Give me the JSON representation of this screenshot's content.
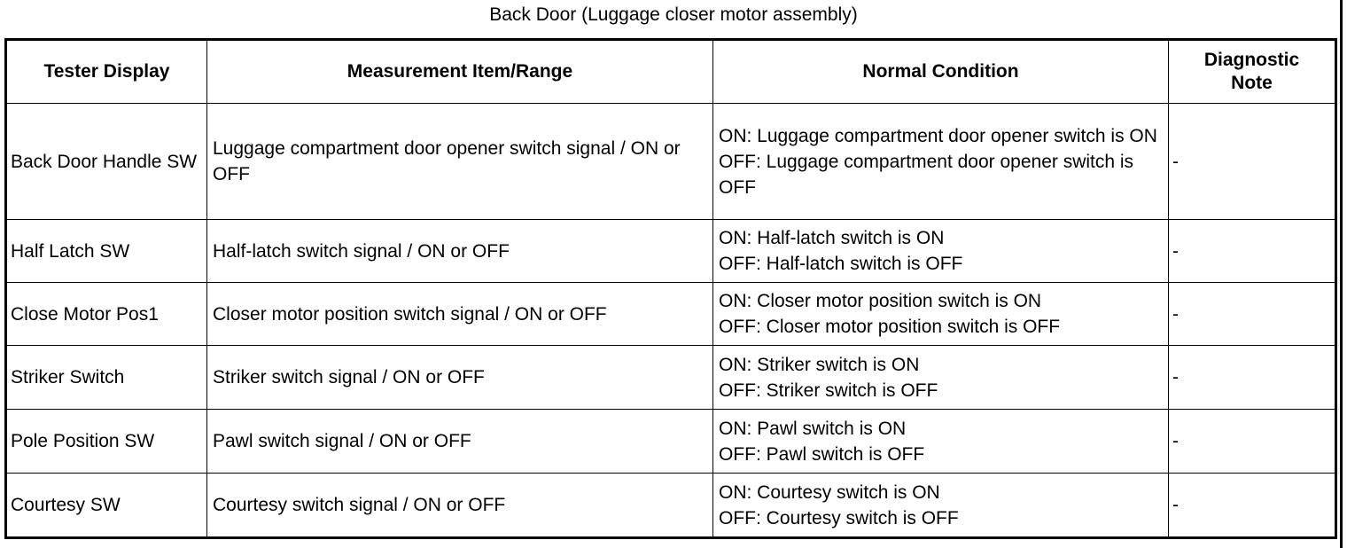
{
  "caption": "Back Door (Luggage closer motor assembly)",
  "table": {
    "headers": [
      "Tester Display",
      "Measurement Item/Range",
      "Normal Condition",
      "Diagnostic Note"
    ],
    "rows": [
      {
        "tester_display": "Back Door Handle SW",
        "measurement": "Luggage compartment door opener switch signal / ON or OFF",
        "normal_on": "ON: Luggage compartment door opener switch is ON",
        "normal_off": "OFF: Luggage compartment door opener switch is OFF",
        "note": "-"
      },
      {
        "tester_display": "Half Latch SW",
        "measurement": "Half-latch switch signal / ON or OFF",
        "normal_on": "ON: Half-latch switch is ON",
        "normal_off": "OFF: Half-latch switch is OFF",
        "note": "-"
      },
      {
        "tester_display": "Close Motor Pos1",
        "measurement": "Closer motor position switch signal / ON or OFF",
        "normal_on": "ON: Closer motor position switch is ON",
        "normal_off": "OFF: Closer motor position switch is OFF",
        "note": "-"
      },
      {
        "tester_display": "Striker Switch",
        "measurement": "Striker switch signal / ON or OFF",
        "normal_on": "ON: Striker switch is ON",
        "normal_off": "OFF: Striker switch is OFF",
        "note": "-"
      },
      {
        "tester_display": "Pole Position SW",
        "measurement": "Pawl switch signal / ON or OFF",
        "normal_on": "ON: Pawl switch is ON",
        "normal_off": "OFF: Pawl switch is OFF",
        "note": "-"
      },
      {
        "tester_display": "Courtesy SW",
        "measurement": "Courtesy switch signal / ON or OFF",
        "normal_on": "ON: Courtesy switch is ON",
        "normal_off": "OFF: Courtesy switch is OFF",
        "note": "-"
      }
    ]
  }
}
